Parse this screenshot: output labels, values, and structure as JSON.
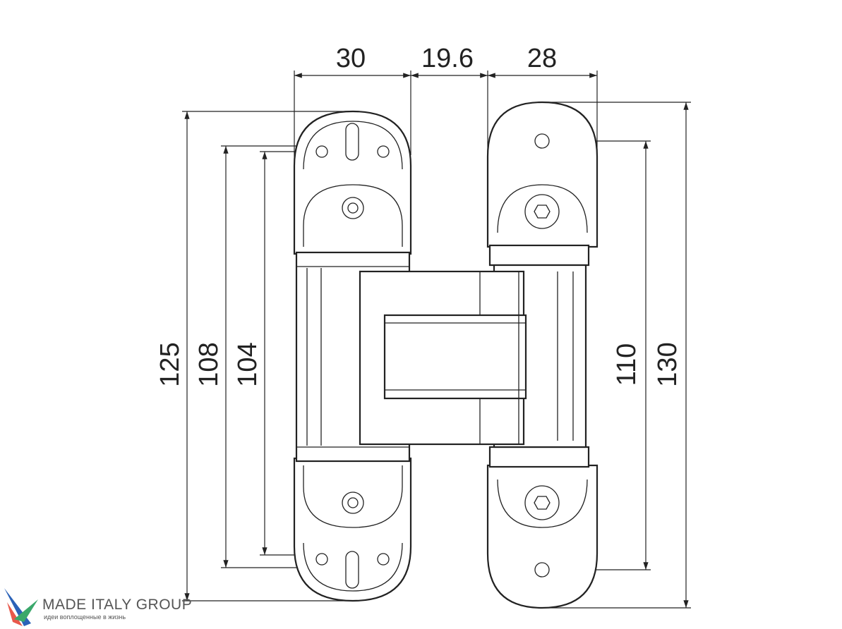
{
  "dimensions": {
    "width_left_leaf": "30",
    "gap_width": "19.6",
    "width_right_leaf": "28",
    "height_left_total": "125",
    "height_left_holes_outer": "108",
    "height_left_holes_inner": "104",
    "height_right_holes": "110",
    "height_right_total": "130"
  },
  "logo": {
    "title": "MADE ITALY GROUP",
    "tagline": "идеи воплощенные в жизнь"
  }
}
